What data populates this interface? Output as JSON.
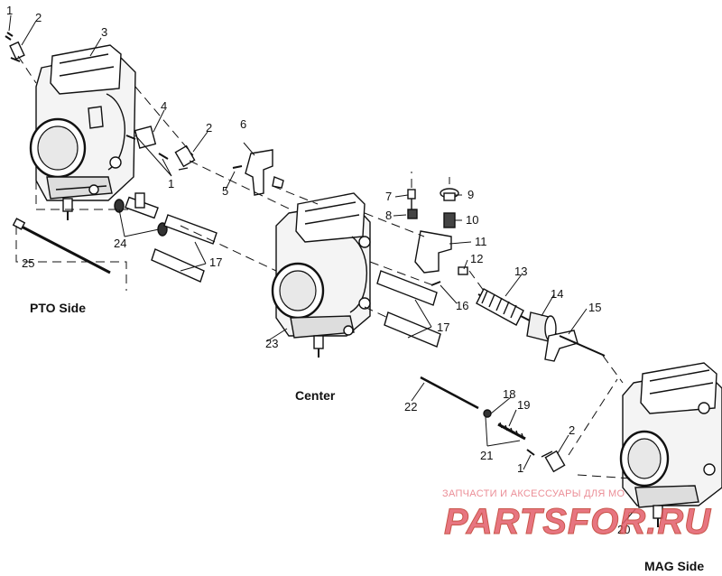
{
  "diagram": {
    "side_labels": {
      "pto": "PTO Side",
      "center": "Center",
      "mag": "MAG Side"
    },
    "callouts": [
      {
        "id": "c1a",
        "text": "1"
      },
      {
        "id": "c2a",
        "text": "2"
      },
      {
        "id": "c3",
        "text": "3"
      },
      {
        "id": "c4",
        "text": "4"
      },
      {
        "id": "c2b",
        "text": "2"
      },
      {
        "id": "c1b",
        "text": "1"
      },
      {
        "id": "c6",
        "text": "6"
      },
      {
        "id": "c5",
        "text": "5"
      },
      {
        "id": "c7",
        "text": "7"
      },
      {
        "id": "c9",
        "text": "9"
      },
      {
        "id": "c8",
        "text": "8"
      },
      {
        "id": "c10",
        "text": "10"
      },
      {
        "id": "c11",
        "text": "11"
      },
      {
        "id": "c12",
        "text": "12"
      },
      {
        "id": "c13",
        "text": "13"
      },
      {
        "id": "c14",
        "text": "14"
      },
      {
        "id": "c16",
        "text": "16"
      },
      {
        "id": "c15",
        "text": "15"
      },
      {
        "id": "c24",
        "text": "24"
      },
      {
        "id": "c17a",
        "text": "17"
      },
      {
        "id": "c25",
        "text": "25"
      },
      {
        "id": "c17b",
        "text": "17"
      },
      {
        "id": "c23",
        "text": "23"
      },
      {
        "id": "c18",
        "text": "18"
      },
      {
        "id": "c19",
        "text": "19"
      },
      {
        "id": "c22",
        "text": "22"
      },
      {
        "id": "c21",
        "text": "21"
      },
      {
        "id": "c2c",
        "text": "2"
      },
      {
        "id": "c1c",
        "text": "1"
      },
      {
        "id": "c20",
        "text": "20"
      }
    ]
  },
  "watermark": {
    "tagline": "ЗАПЧАСТИ И АКСЕССУАРЫ ДЛЯ МО",
    "logo": "PARTSFOR.RU"
  },
  "colors": {
    "line": "#111111",
    "watermark": "#e35d6a"
  }
}
